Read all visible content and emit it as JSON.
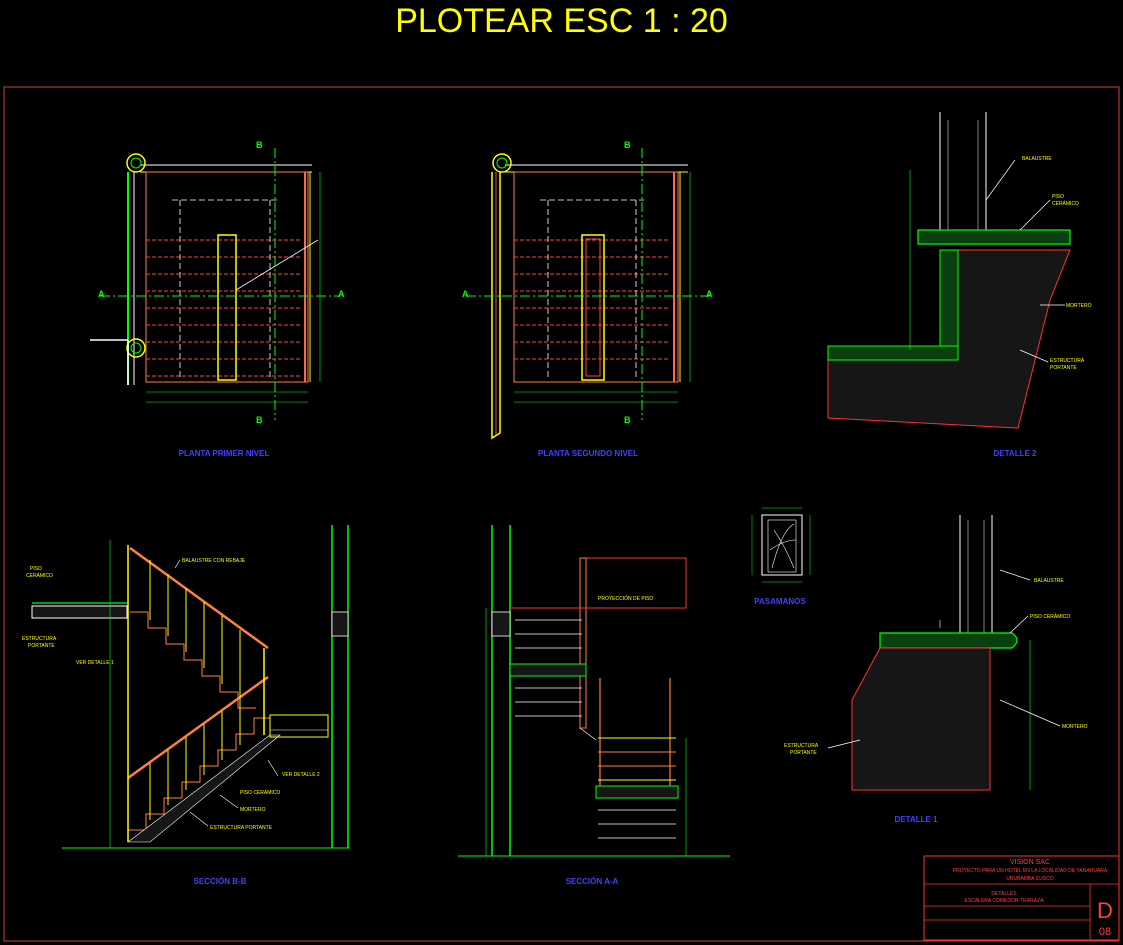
{
  "title": "PLOTEAR ESC 1 : 20",
  "views": {
    "planta1": {
      "label": "PLANTA PRIMER NIVEL"
    },
    "planta2": {
      "label": "PLANTA SEGUNDO NIVEL"
    },
    "detalle2": {
      "label": "DETALLE 2"
    },
    "detalle1": {
      "label": "DETALLE 1"
    },
    "pasamanos": {
      "label": "PASAMANOS"
    },
    "seccionB": {
      "label": "SECCIÓN B-B"
    },
    "seccionA": {
      "label": "SECCIÓN A-A"
    }
  },
  "cuts": {
    "a": "A",
    "b": "B"
  },
  "annotations": {
    "balaustre": "BALAUSTRE",
    "piso_ceramico": "PISO CERÁMICO",
    "mortero": "MORTERO",
    "estructura_portante": "ESTRUCTURA PORTANTE",
    "balaustre_rebaje": "BALAUSTRE CON REBAJE",
    "piso": "PISO",
    "ceramico": "CERÁMICO",
    "estructura": "ESTRUCTURA",
    "portante": "PORTANTE",
    "ver_detalle_1": "VER DETALLE 1",
    "ver_detalle_2": "VER DETALLE 2",
    "proyeccion_piso": "PROYECCIÓN DE PISO"
  },
  "title_block": {
    "company": "VISION SAC",
    "project": "PROYECTO PARA UN HOTEL EN LA LOCALIDAD DE YANAHUARA",
    "location": "URUBAMBA CUSCO",
    "sheet_title": "DETALLES",
    "sheet_subtitle": "ESCALERA COMEDOR-TERRAZA",
    "sheet_letter": "D",
    "sheet_number": "08"
  }
}
